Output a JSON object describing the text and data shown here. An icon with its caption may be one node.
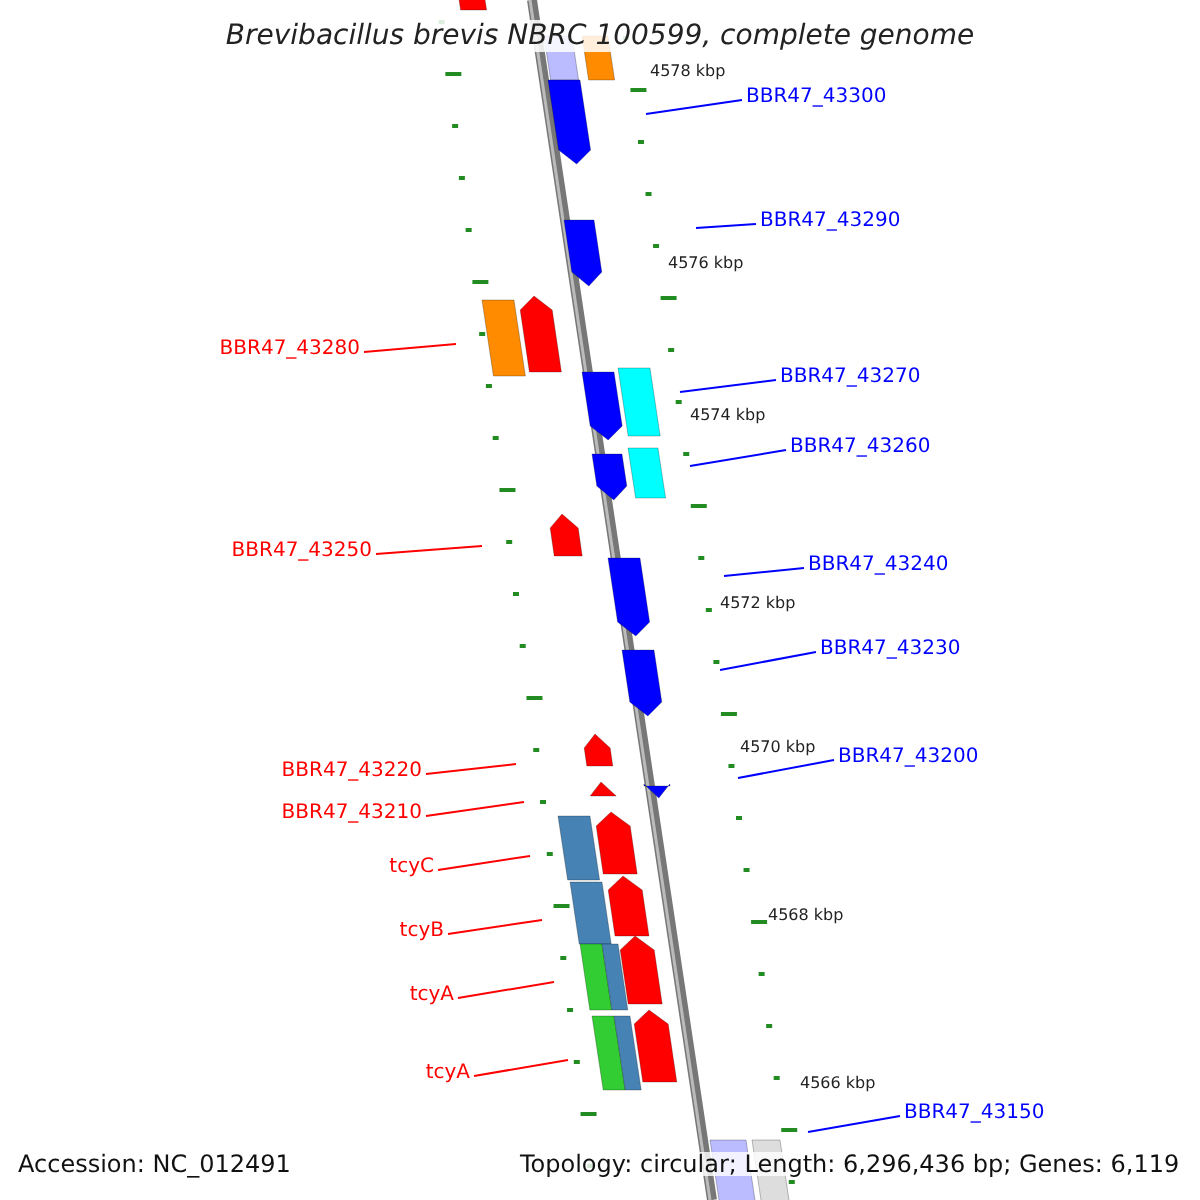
{
  "diagram": {
    "title": "Brevibacillus brevis NBRC 100599, complete genome",
    "nodes": [
      {
        "text": [
          "BBR47_43300"
        ]
      },
      {
        "text": [
          "BBR47_43290"
        ]
      },
      {
        "text": [
          "BBR47_43280"
        ]
      },
      {
        "text": [
          "BBR47_43270"
        ]
      },
      {
        "text": [
          "BBR47_43260"
        ]
      },
      {
        "text": [
          "BBR47_43250"
        ]
      },
      {
        "text": [
          "BBR47_43240"
        ]
      },
      {
        "text": [
          "BBR47_43230"
        ]
      },
      {
        "text": [
          "BBR47_43200"
        ]
      },
      {
        "text": [
          "BBR47_43220"
        ]
      },
      {
        "text": [
          "BBR47_43210"
        ]
      },
      {
        "text": [
          "tcyC"
        ]
      },
      {
        "text": [
          "tcyB"
        ]
      },
      {
        "text": [
          "tcyA"
        ]
      },
      {
        "text": [
          "tcyA"
        ]
      },
      {
        "text": [
          "BBR47_43150"
        ]
      }
    ],
    "edges": [
      {
        "from": 0,
        "to": null,
        "arrow": "none"
      },
      {
        "from": 1,
        "to": null,
        "arrow": "none"
      },
      {
        "from": 2,
        "to": null,
        "arrow": "none",
        "color": "#ff0000"
      },
      {
        "from": 3,
        "to": null,
        "arrow": "none"
      },
      {
        "from": 4,
        "to": null,
        "arrow": "none"
      },
      {
        "from": 5,
        "to": null,
        "arrow": "none",
        "color": "#ff0000"
      },
      {
        "from": 6,
        "to": null,
        "arrow": "none"
      },
      {
        "from": 7,
        "to": null,
        "arrow": "none"
      },
      {
        "from": 8,
        "to": null,
        "arrow": "none"
      },
      {
        "from": 9,
        "to": null,
        "arrow": "none",
        "color": "#ff0000"
      },
      {
        "from": 10,
        "to": null,
        "arrow": "none",
        "color": "#ff0000"
      },
      {
        "from": 11,
        "to": null,
        "arrow": "none",
        "color": "#ff0000"
      },
      {
        "from": 12,
        "to": null,
        "arrow": "none",
        "color": "#ff0000"
      },
      {
        "from": 13,
        "to": null,
        "arrow": "none",
        "color": "#ff0000"
      },
      {
        "from": 14,
        "to": null,
        "arrow": "none",
        "color": "#ff0000"
      },
      {
        "from": 15,
        "to": null,
        "arrow": "none"
      }
    ],
    "labels": [
      "4578 kbp",
      "4576 kbp",
      "4574 kbp",
      "4572 kbp",
      "4570 kbp",
      "4568 kbp",
      "4566 kbp",
      "Accession: NC_012491",
      "Topology: circular; Length: 6,296,436 bp; Genes: 6,119"
    ]
  }
}
